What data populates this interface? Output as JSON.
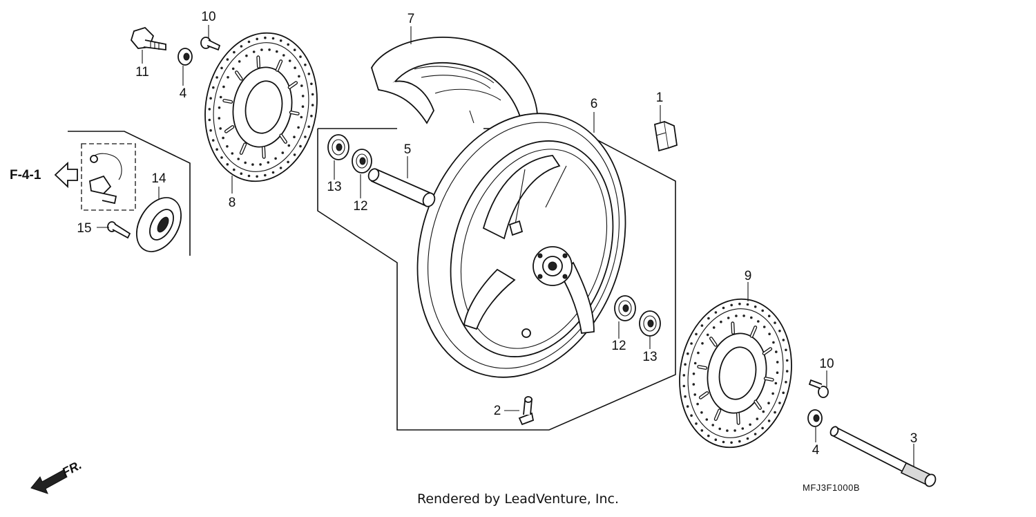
{
  "callouts": {
    "n1": "1",
    "n2": "2",
    "n3": "3",
    "n4a": "4",
    "n4b": "4",
    "n5": "5",
    "n6": "6",
    "n7": "7",
    "n8": "8",
    "n9": "9",
    "n10a": "10",
    "n10b": "10",
    "n11": "11",
    "n12a": "12",
    "n12b": "12",
    "n13a": "13",
    "n13b": "13",
    "n14": "14",
    "n15": "15"
  },
  "reference_label": "F-4-1",
  "direction_label": "FR.",
  "diagram_code": "MFJ3F1000B",
  "credit": "Rendered by LeadVenture, Inc."
}
